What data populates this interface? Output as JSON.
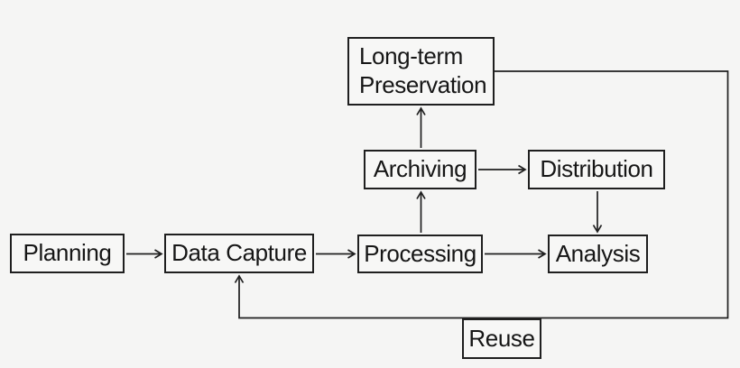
{
  "diagram": {
    "type": "flowchart",
    "nodes": [
      {
        "id": "planning",
        "label": "Planning"
      },
      {
        "id": "data-capture",
        "label": "Data Capture"
      },
      {
        "id": "processing",
        "label": "Processing"
      },
      {
        "id": "analysis",
        "label": "Analysis"
      },
      {
        "id": "archiving",
        "label": "Archiving"
      },
      {
        "id": "distribution",
        "label": "Distribution"
      },
      {
        "id": "long-term-preservation",
        "label": "Long-term Preservation",
        "lines": [
          "Long-term",
          "Preservation"
        ]
      },
      {
        "id": "reuse",
        "label": "Reuse"
      }
    ],
    "edges": [
      {
        "from": "Planning",
        "to": "Data Capture",
        "direction": "right"
      },
      {
        "from": "Data Capture",
        "to": "Processing",
        "direction": "right"
      },
      {
        "from": "Processing",
        "to": "Archiving",
        "direction": "up"
      },
      {
        "from": "Archiving",
        "to": "Long-term Preservation",
        "direction": "up"
      },
      {
        "from": "Archiving",
        "to": "Distribution",
        "direction": "right"
      },
      {
        "from": "Distribution",
        "to": "Analysis",
        "direction": "down"
      },
      {
        "from": "Processing",
        "to": "Analysis",
        "direction": "right"
      },
      {
        "from": "Long-term Preservation",
        "to": "Data Capture",
        "via": "Reuse",
        "direction": "right-down-left-up"
      }
    ],
    "colors": {
      "background": "#f5f5f4",
      "box_fill": "#f7f7f6",
      "line": "#1f1f1f",
      "text": "#161616"
    }
  }
}
